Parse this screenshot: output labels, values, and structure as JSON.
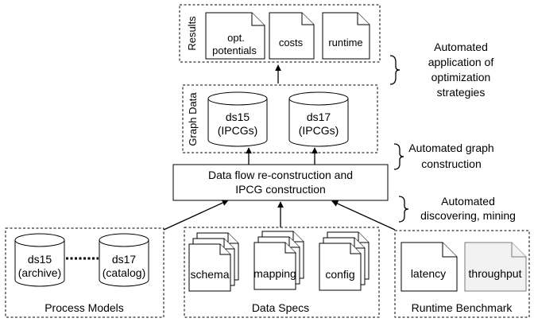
{
  "containers": {
    "results": "Results",
    "graph_data": "Graph Data",
    "process_models": "Process Models",
    "data_specs": "Data Specs",
    "runtime_benchmark": "Runtime Benchmark"
  },
  "results_docs": {
    "opt_line1": "opt.",
    "opt_line2": "potentials",
    "costs": "costs",
    "runtime": "runtime"
  },
  "graph_dbs": {
    "ds15_name": "ds15",
    "ds15_sub": "(IPCGs)",
    "ds17_name": "ds17",
    "ds17_sub": "(IPCGs)"
  },
  "construction_box": {
    "line1": "Data flow re-construction and",
    "line2": "IPCG construction"
  },
  "process_dbs": {
    "ds15_name": "ds15",
    "ds15_sub": "(archive)",
    "ds17_name": "ds17",
    "ds17_sub": "(catalog)"
  },
  "spec_docs": {
    "schema": "schema",
    "mapping": "mapping",
    "config": "config"
  },
  "benchmark_docs": {
    "latency": "latency",
    "throughput": "throughput"
  },
  "annotations": {
    "optimization": [
      "Automated",
      "application of",
      "optimization",
      "strategies"
    ],
    "graph": [
      "Automated graph",
      "construction"
    ],
    "discovering": [
      "Automated",
      "discovering, mining"
    ]
  }
}
